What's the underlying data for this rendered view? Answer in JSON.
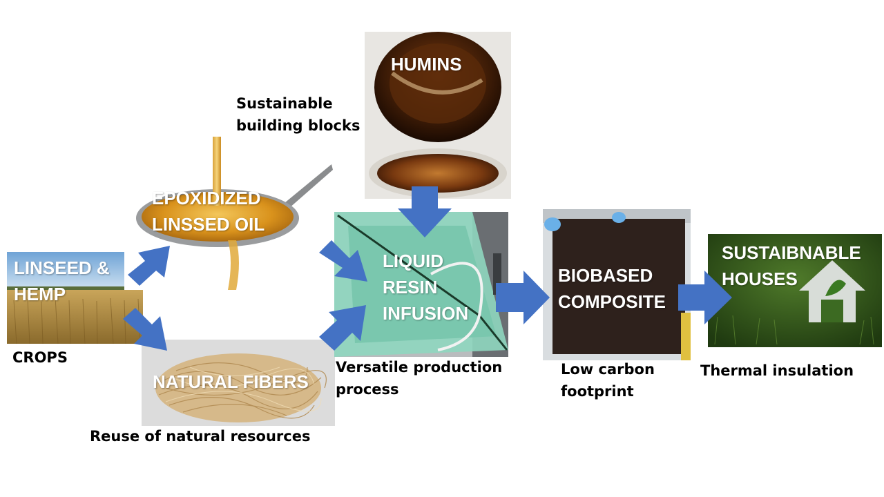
{
  "nodes": {
    "crops": {
      "label": "LINSEED &\nHEMP",
      "caption": "CROPS"
    },
    "oil": {
      "label": "EPOXIDIZED\nLINSSED OIL"
    },
    "fibers": {
      "label": "NATURAL FIBERS",
      "caption": "Reuse of natural resources"
    },
    "humins": {
      "label": "HUMINS",
      "caption": "Sustainable\nbuilding blocks"
    },
    "infusion": {
      "label": "LIQUID\nRESIN\nINFUSION",
      "caption": "Versatile production\nprocess"
    },
    "composite": {
      "label": "BIOBASED\nCOMPOSITE",
      "caption": "Low carbon\nfootprint"
    },
    "houses": {
      "label": "SUSTAIBNABLE\nHOUSES",
      "caption": "Thermal insulation"
    }
  },
  "colors": {
    "arrow": "#4472C4",
    "caption_text": "#000000",
    "overlay_text": "#ffffff"
  }
}
